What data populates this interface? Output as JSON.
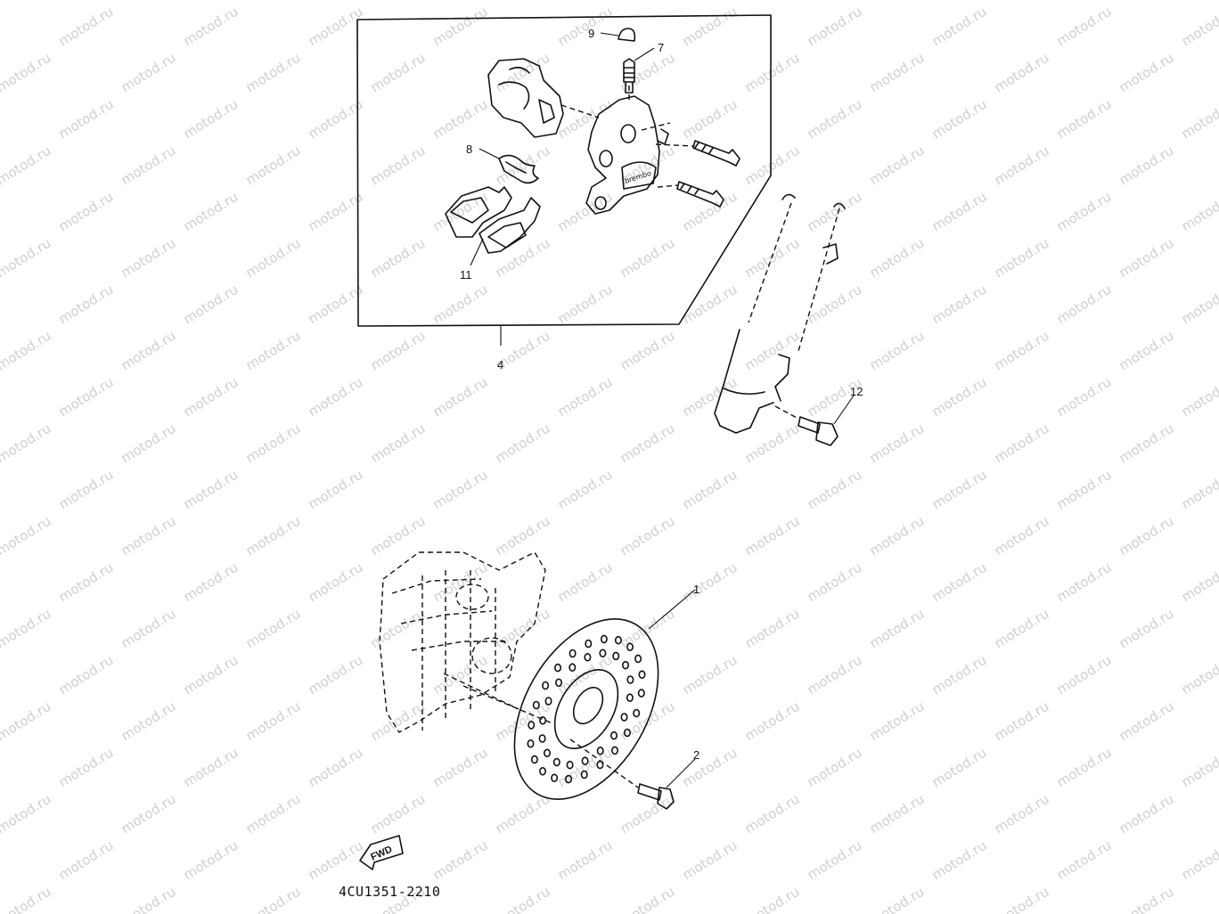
{
  "watermark": {
    "text": "motod.ru"
  },
  "diagram": {
    "part_labels": {
      "disc": "1",
      "disc_bolt": "2",
      "caliper_assembly": "4",
      "bleed_screw": "7",
      "pad_spring": "8",
      "bleed_cap": "9",
      "pad_kit": "11",
      "caliper_bolt": "12"
    },
    "fwd_label": "FWD",
    "drawing_code": "4CU1351-2210"
  }
}
